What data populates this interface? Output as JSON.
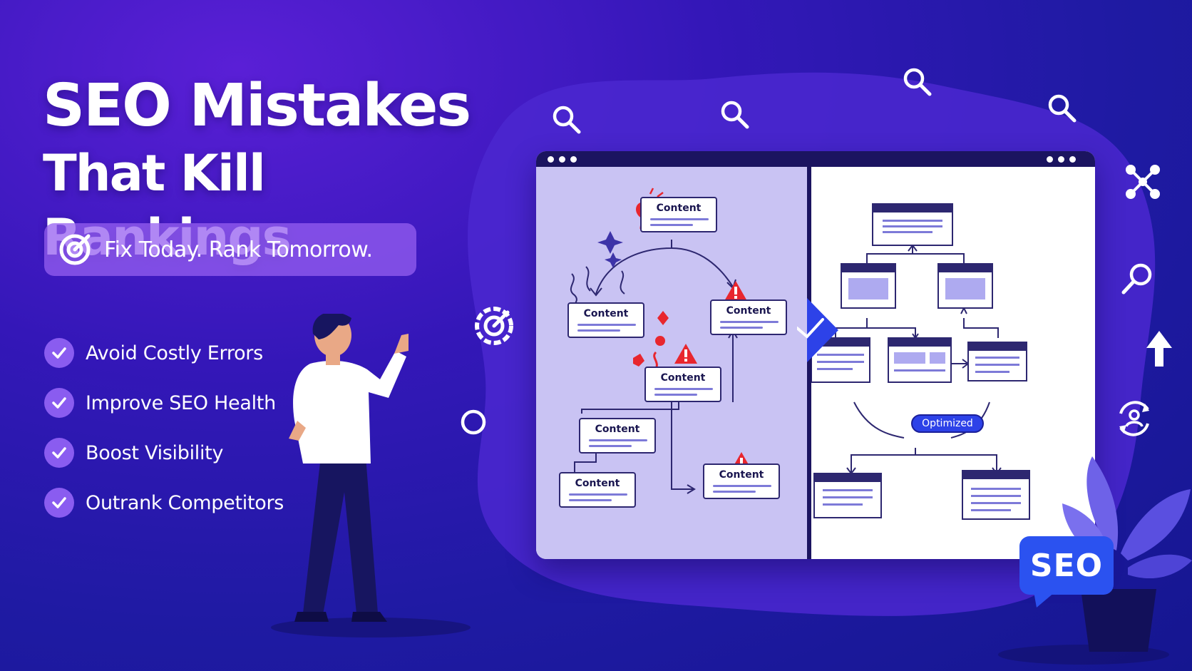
{
  "headline": {
    "line1": "SEO Mistakes",
    "line2": "That Kill Rankings"
  },
  "tagline": {
    "icon": "target-icon",
    "text": "Fix Today. Rank Tomorrow."
  },
  "benefits": [
    {
      "icon": "check-icon",
      "text": "Avoid Costly Errors"
    },
    {
      "icon": "check-icon",
      "text": "Improve SEO Health"
    },
    {
      "icon": "check-icon",
      "text": "Boost Visibility"
    },
    {
      "icon": "check-icon",
      "text": "Outrank Competitors"
    }
  ],
  "broken_diagram": {
    "nodes": [
      "Content",
      "Content",
      "Content",
      "Content",
      "Content",
      "Content",
      "Content"
    ]
  },
  "optimized_diagram": {
    "label": "Optimized"
  },
  "badge": {
    "text": "SEO"
  },
  "colors": {
    "background": "#2a18b0",
    "accent_purple": "#8a5cf0",
    "panel_left": "#c9c3f3",
    "error_red": "#e8262e",
    "badge_blue": "#2b52f0",
    "navy": "#1b1460"
  }
}
